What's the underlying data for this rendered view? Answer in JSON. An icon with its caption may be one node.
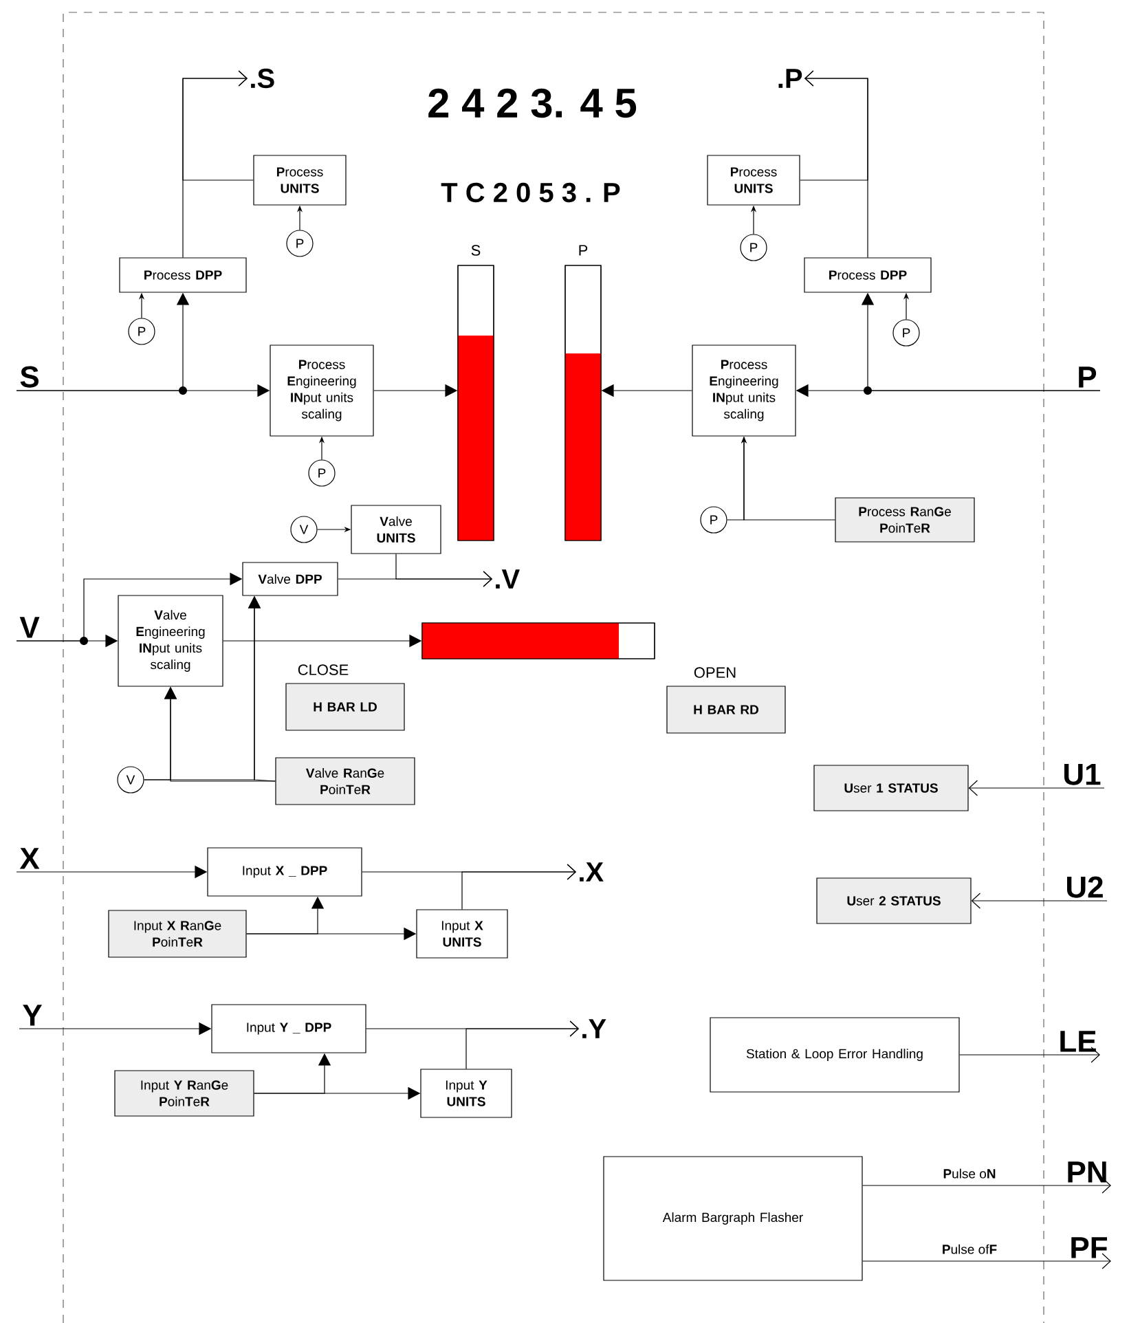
{
  "diagram": {
    "nodes": [
      {
        "text": [
          ".S"
        ]
      },
      {
        "text": [
          "**P**rocess **UNITS**"
        ]
      },
      {
        "text": [
          "**P**rocess **DPP**"
        ]
      },
      {
        "text": [
          "P"
        ]
      },
      {
        "text": [
          "P"
        ]
      },
      {
        "text": [
          "S"
        ]
      },
      {
        "text": [
          "**P**rocess **E**ngineering **IN**put units scaling"
        ]
      },
      {
        "text": [
          "P"
        ]
      },
      {
        "text": [],
        "shape": "bar",
        "beside": [
          "S"
        ]
      },
      {
        "text": [],
        "shape": "bar",
        "beside": [
          "P"
        ]
      },
      {
        "text": [
          "**P**rocess **E**ngineering **IN**put units scaling"
        ]
      },
      {
        "text": [
          "**P**rocess **UNITS**"
        ]
      },
      {
        "text": [
          "P"
        ]
      },
      {
        "text": [
          "**P**rocess **DPP**"
        ]
      },
      {
        "text": [
          "P"
        ]
      },
      {
        "text": [
          ".P"
        ]
      },
      {
        "text": [
          "P"
        ]
      },
      {
        "text": [
          "P"
        ]
      },
      {
        "text": [
          "**P**rocess **R**an**G**e **P**oin**T**e**R**"
        ]
      },
      {
        "text": [
          "V"
        ]
      },
      {
        "text": [
          "**V**alve **UNITS**"
        ]
      },
      {
        "text": [
          "**V**alve **DPP**"
        ]
      },
      {
        "text": [
          ".V"
        ]
      },
      {
        "text": [
          "V"
        ]
      },
      {
        "text": [
          "**V**alve **E**ngineering **IN**put units scaling"
        ]
      },
      {
        "text": [],
        "shape": "bar"
      },
      {
        "text": [
          "H BAR LD"
        ],
        "beside": [
          "CLOSE"
        ]
      },
      {
        "text": [
          "H BAR RD"
        ],
        "beside": [
          "OPEN"
        ]
      },
      {
        "text": [
          "V"
        ]
      },
      {
        "text": [
          "**V**alve **R**an**G**e **P**oin**T**e**R**"
        ]
      },
      {
        "text": [
          "**U**ser **1 STATUS**"
        ]
      },
      {
        "text": [
          "U1"
        ]
      },
      {
        "text": [
          "**U**ser **2 STATUS**"
        ]
      },
      {
        "text": [
          "U2"
        ]
      },
      {
        "text": [
          "X"
        ]
      },
      {
        "text": [
          "Input **X _ DPP**"
        ]
      },
      {
        "text": [
          ".X"
        ]
      },
      {
        "text": [
          "Input **X** **R**an**G**e **P**oin**T**e**R**"
        ]
      },
      {
        "text": [
          "Input **X UNITS**"
        ]
      },
      {
        "text": [
          "Y"
        ]
      },
      {
        "text": [
          "Input **Y _ DPP**"
        ]
      },
      {
        "text": [
          ".Y"
        ]
      },
      {
        "text": [
          "Input **Y** **R**an**G**e **P**oin**T**e**R**"
        ]
      },
      {
        "text": [
          "Input **Y UNITS**"
        ]
      },
      {
        "text": [
          "Station & Loop Error Handling"
        ]
      },
      {
        "text": [
          "LE"
        ]
      },
      {
        "text": [
          "Alarm Bargraph Flasher"
        ]
      },
      {
        "text": [
          "PN"
        ]
      },
      {
        "text": [
          "PF"
        ]
      }
    ],
    "edges": [
      {
        "from": 5,
        "to": 6,
        "arrow": "to"
      },
      {
        "from": 5,
        "to": 2,
        "arrow": "to"
      },
      {
        "from": 2,
        "to": 0,
        "arrow": "to"
      },
      {
        "from": 1,
        "to": 0,
        "arrow": "to"
      },
      {
        "from": 3,
        "to": 1,
        "arrow": "to"
      },
      {
        "from": 4,
        "to": 2,
        "arrow": "to"
      },
      {
        "from": 6,
        "to": 8,
        "arrow": "to"
      },
      {
        "from": 7,
        "to": 6,
        "arrow": "to"
      },
      {
        "from": 16,
        "to": 10,
        "arrow": "to"
      },
      {
        "from": 16,
        "to": 13,
        "arrow": "to"
      },
      {
        "from": 13,
        "to": 15,
        "arrow": "to"
      },
      {
        "from": 11,
        "to": 15,
        "arrow": "to"
      },
      {
        "from": 12,
        "to": 11,
        "arrow": "to"
      },
      {
        "from": 14,
        "to": 13,
        "arrow": "to"
      },
      {
        "from": 10,
        "to": 9,
        "arrow": "to"
      },
      {
        "from": 17,
        "to": 10,
        "arrow": "to"
      },
      {
        "from": 18,
        "to": 10,
        "arrow": "to"
      },
      {
        "from": 19,
        "to": 20,
        "arrow": "to"
      },
      {
        "from": 21,
        "to": 22,
        "arrow": "to"
      },
      {
        "from": 20,
        "to": 22,
        "arrow": "to"
      },
      {
        "from": 23,
        "to": 24,
        "arrow": "to"
      },
      {
        "from": 23,
        "to": 21,
        "arrow": "to"
      },
      {
        "from": 24,
        "to": 25,
        "arrow": "to"
      },
      {
        "from": 28,
        "to": 24,
        "arrow": "to"
      },
      {
        "from": 28,
        "to": 21,
        "arrow": "to"
      },
      {
        "from": 29,
        "to": 24,
        "arrow": "to"
      },
      {
        "from": 29,
        "to": 21,
        "arrow": "to"
      },
      {
        "from": 31,
        "to": 30,
        "arrow": "to"
      },
      {
        "from": 33,
        "to": 32,
        "arrow": "to"
      },
      {
        "from": 34,
        "to": 35,
        "arrow": "to"
      },
      {
        "from": 35,
        "to": 36,
        "arrow": "to"
      },
      {
        "from": 38,
        "to": 36,
        "arrow": "to"
      },
      {
        "from": 37,
        "to": 35,
        "arrow": "to"
      },
      {
        "from": 37,
        "to": 38,
        "arrow": "to"
      },
      {
        "from": 39,
        "to": 40,
        "arrow": "to"
      },
      {
        "from": 40,
        "to": 41,
        "arrow": "to"
      },
      {
        "from": 43,
        "to": 41,
        "arrow": "to"
      },
      {
        "from": 42,
        "to": 40,
        "arrow": "to"
      },
      {
        "from": 42,
        "to": 43,
        "arrow": "to"
      },
      {
        "from": 44,
        "to": 45,
        "arrow": "to"
      },
      {
        "from": 46,
        "to": 47,
        "arrow": "to",
        "label": "**P**ulse o**N**"
      },
      {
        "from": 46,
        "to": 48,
        "arrow": "to",
        "label": "**P**ulse of**F**"
      }
    ],
    "labels": [
      "2 4 2 3. 4 5",
      "T C 2 0 5 3 . P"
    ]
  }
}
